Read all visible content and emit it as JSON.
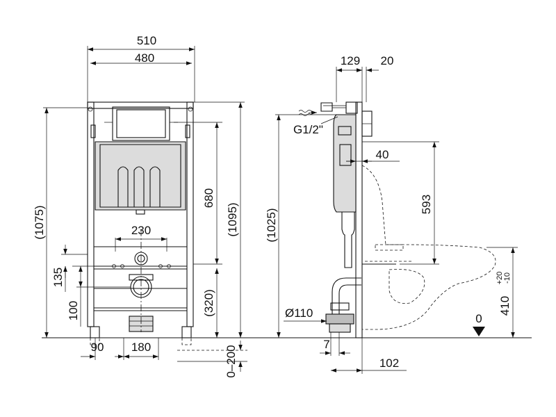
{
  "colors": {
    "line": "#111111",
    "panel_fill": "#dcdcdc",
    "background": "#ffffff"
  },
  "front_view": {
    "width_outer": "510",
    "width_inner": "480",
    "height_left": "(1075)",
    "height_panel": "680",
    "height_right": "(1095)",
    "spacing_230": "230",
    "offset_135": "135",
    "offset_100": "100",
    "height_320": "(320)",
    "foot_90": "90",
    "width_180": "180",
    "range_0_200": "0–200"
  },
  "side_view": {
    "depth_129": "129",
    "depth_20": "20",
    "water_inlet": "G1/2\"",
    "offset_40": "40",
    "height_593": "593",
    "height_1025": "(1025)",
    "pipe_diameter": "Ø110",
    "offset_7": "7",
    "depth_102": "102",
    "seat_height": "410",
    "tol_plus": "+20",
    "tol_minus": "-10",
    "floor_level": "0"
  }
}
